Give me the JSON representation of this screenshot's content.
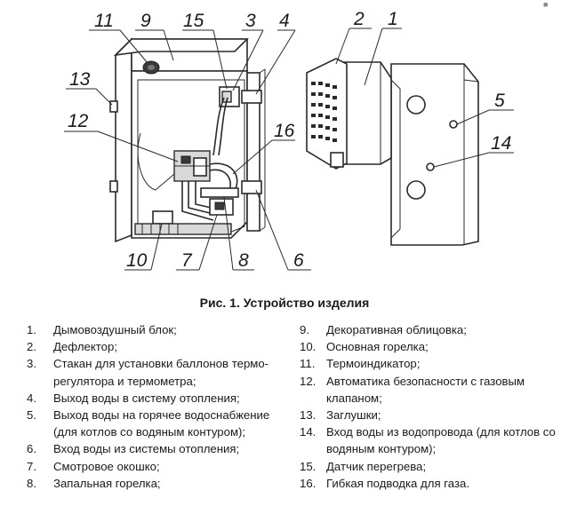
{
  "figure": {
    "callouts": [
      "11",
      "9",
      "15",
      "3",
      "4",
      "13",
      "12",
      "16",
      "10",
      "7",
      "8",
      "6",
      "2",
      "1",
      "5",
      "14"
    ]
  },
  "caption": "Рис. 1. Устройство изделия",
  "corner_mark": "■",
  "legend": {
    "left": [
      {
        "num": "1.",
        "text": "Дымовоздушный блок;"
      },
      {
        "num": "2.",
        "text": "Дефлектор;"
      },
      {
        "num": "3.",
        "text": "Стакан для установки баллонов термо-регулятора и термометра;"
      },
      {
        "num": "4.",
        "text": "Выход воды в систему отопления;"
      },
      {
        "num": "5.",
        "text": "Выход воды на горячее водоснабжение (для котлов со водяным контуром);"
      },
      {
        "num": "6.",
        "text": "Вход воды из системы отопления;"
      },
      {
        "num": "7.",
        "text": "Смотровое окошко;"
      },
      {
        "num": "8.",
        "text": "Запальная горелка;"
      }
    ],
    "right": [
      {
        "num": "9.",
        "text": "Декоративная облицовка;"
      },
      {
        "num": "10.",
        "text": "Основная горелка;"
      },
      {
        "num": "11.",
        "text": "Термоиндикатор;"
      },
      {
        "num": "12.",
        "text": "Автоматика безопасности с газовым клапаном;"
      },
      {
        "num": "13.",
        "text": "Заглушки;"
      },
      {
        "num": "14.",
        "text": "Вход воды из водопровода (для котлов со водяным контуром);"
      },
      {
        "num": "15.",
        "text": "Датчик перегрева;"
      },
      {
        "num": "16.",
        "text": "Гибкая подводка для газа."
      }
    ]
  }
}
